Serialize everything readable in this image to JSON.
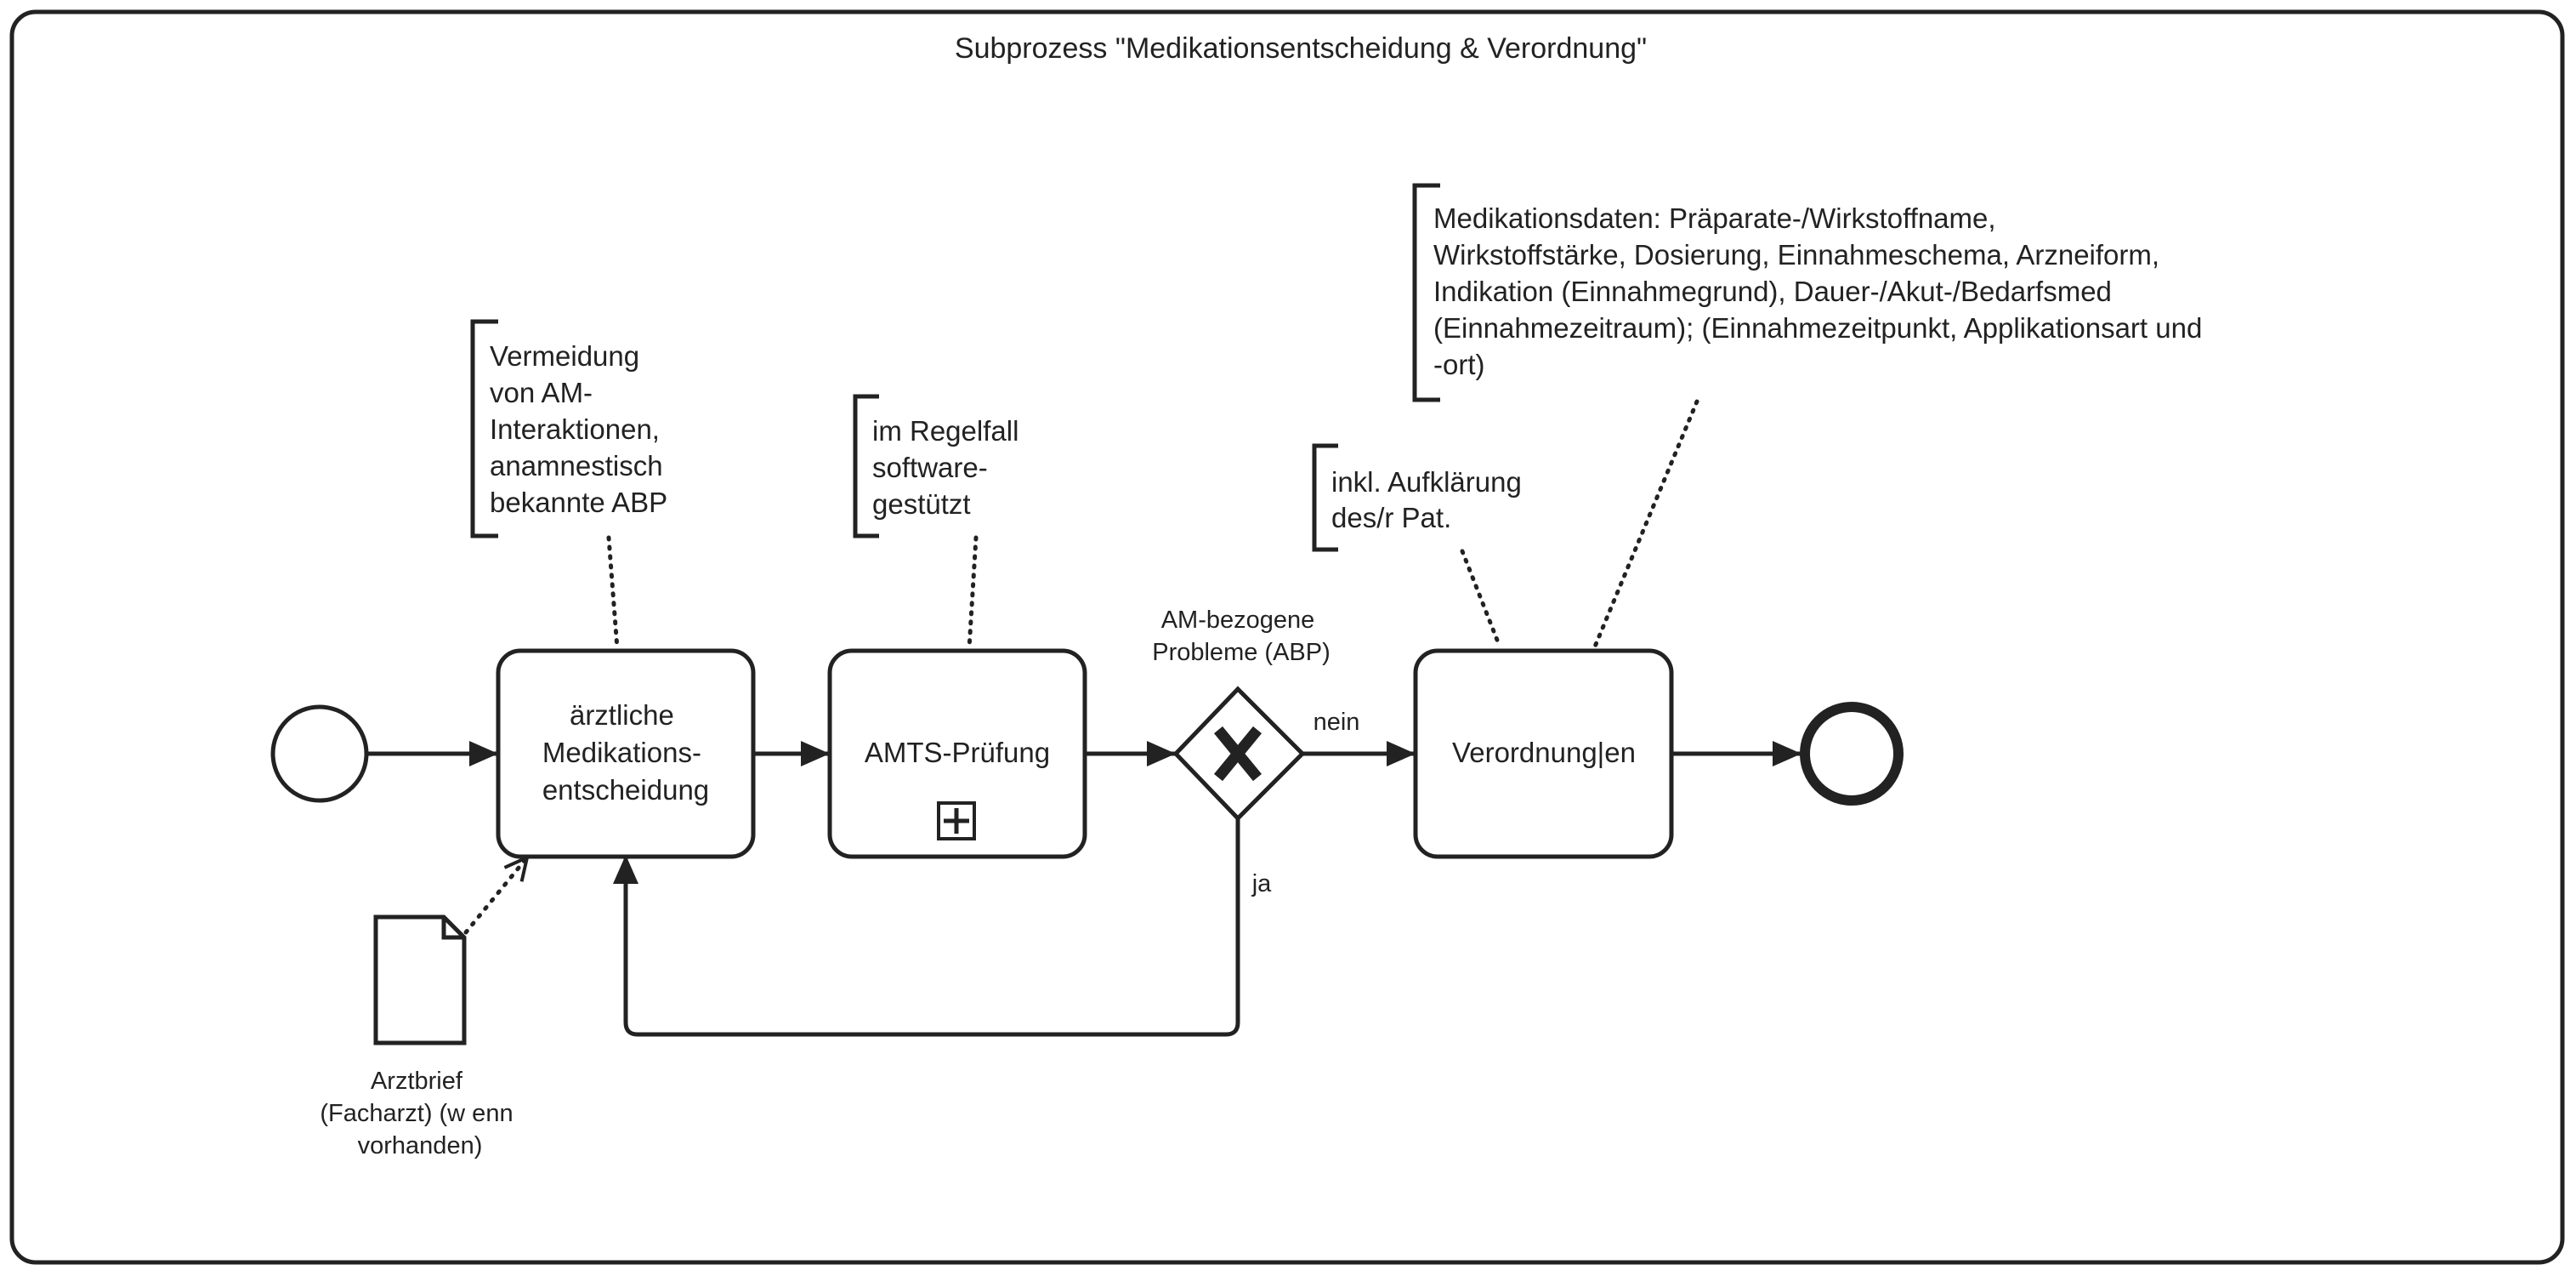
{
  "subprocess": {
    "title": "Subprozess \"Medikationsentscheidung & Verordnung\""
  },
  "tasks": {
    "medication_decision": {
      "lines": [
        "ärztliche",
        "Medikations-",
        "entscheidung"
      ]
    },
    "amts_check": {
      "lines": [
        "AMTS-Prüfung"
      ],
      "marker": "plus-square-icon"
    },
    "prescription": {
      "lines": [
        "Verordnung|en"
      ]
    }
  },
  "gateway": {
    "marker": "x-icon",
    "label_lines": [
      "AM-bezogene",
      "Probleme (ABP)"
    ],
    "no_label": "nein",
    "yes_label": "ja"
  },
  "annotations": {
    "avoidance": {
      "lines": [
        "Vermeidung",
        "von AM-",
        "Interaktionen,",
        "anamnestisch",
        "bekannte ABP"
      ]
    },
    "software": {
      "lines": [
        "im Regelfall",
        "software-",
        "gestützt"
      ]
    },
    "education": {
      "lines": [
        "inkl. Aufklärung",
        "des/r Pat."
      ]
    },
    "medication_data": {
      "lines": [
        "Medikationsdaten: Präparate-/Wirkstoffname,",
        "Wirkstoffstärke, Dosierung, Einnahmeschema, Arzneiform,",
        "Indikation (Einnahmegrund), Dauer-/Akut-/Bedarfsmed",
        "(Einnahmezeitraum); (Einnahmezeitpunkt, Applikationsart und",
        "-ort)"
      ]
    }
  },
  "data_object": {
    "icon": "document-icon",
    "lines": [
      "Arztbrief",
      "(Facharzt) (w enn",
      "vorhanden)"
    ]
  },
  "events": {
    "start": "start-event-icon",
    "end": "end-event-icon"
  },
  "colors": {
    "stroke": "#222222",
    "background": "#ffffff"
  }
}
